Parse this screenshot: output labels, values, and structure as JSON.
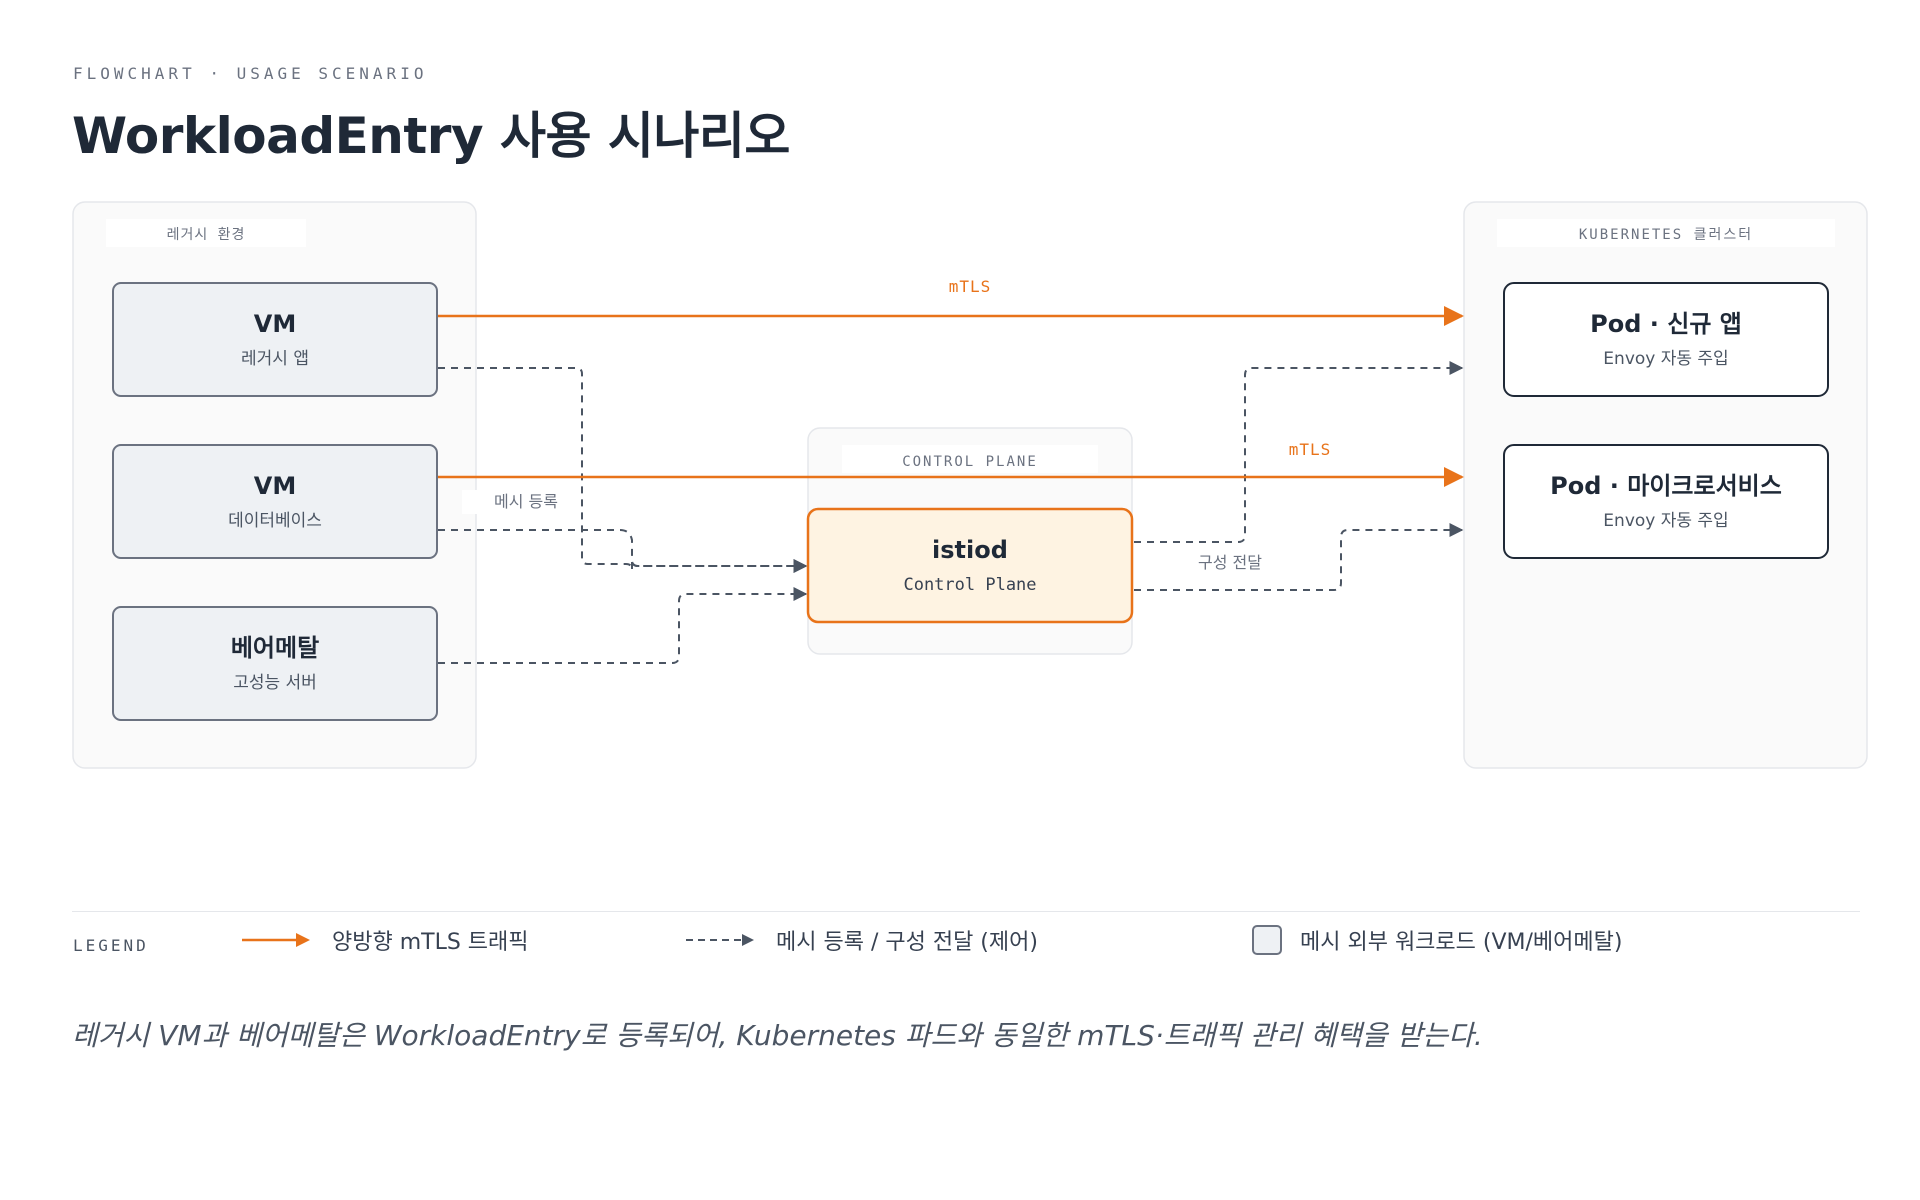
{
  "header": {
    "eyebrow": "FLOWCHART · USAGE SCENARIO",
    "title": "WorkloadEntry 사용 시나리오"
  },
  "groups": {
    "legacy": "레거시 환경",
    "control": "CONTROL PLANE",
    "kubernetes": "KUBERNETES 클러스터"
  },
  "nodes": {
    "vm_app": {
      "title": "VM",
      "subtitle": "레거시 앱"
    },
    "vm_db": {
      "title": "VM",
      "subtitle": "데이터베이스"
    },
    "baremetal": {
      "title": "베어메탈",
      "subtitle": "고성능 서버"
    },
    "istiod": {
      "title": "istiod",
      "subtitle": "Control Plane"
    },
    "pod_new": {
      "title": "Pod · 신규 앱",
      "subtitle": "Envoy 자동 주입"
    },
    "pod_micro": {
      "title": "Pod · 마이크로서비스",
      "subtitle": "Envoy 자동 주입"
    }
  },
  "edges": {
    "mtls_top": "mTLS",
    "mtls_mid": "mTLS",
    "mesh_register": "메시 등록",
    "config_push": "구성 전달"
  },
  "legend": {
    "label": "LEGEND",
    "mtls": "양방향 mTLS 트래픽",
    "control": "메시 등록 / 구성 전달 (제어)",
    "external": "메시 외부 워크로드 (VM/베어메탈)"
  },
  "caption": "레거시 VM과 베어메탈은 WorkloadEntry로 등록되어, Kubernetes 파드와 동일한 mTLS·트래픽 관리 혜택을 받는다.",
  "colors": {
    "accent": "#e8731a",
    "control_line": "#4b5563",
    "legacy_fill": "#eef1f4",
    "istiod_fill": "#fef3e2",
    "group_fill": "#fafafa"
  }
}
